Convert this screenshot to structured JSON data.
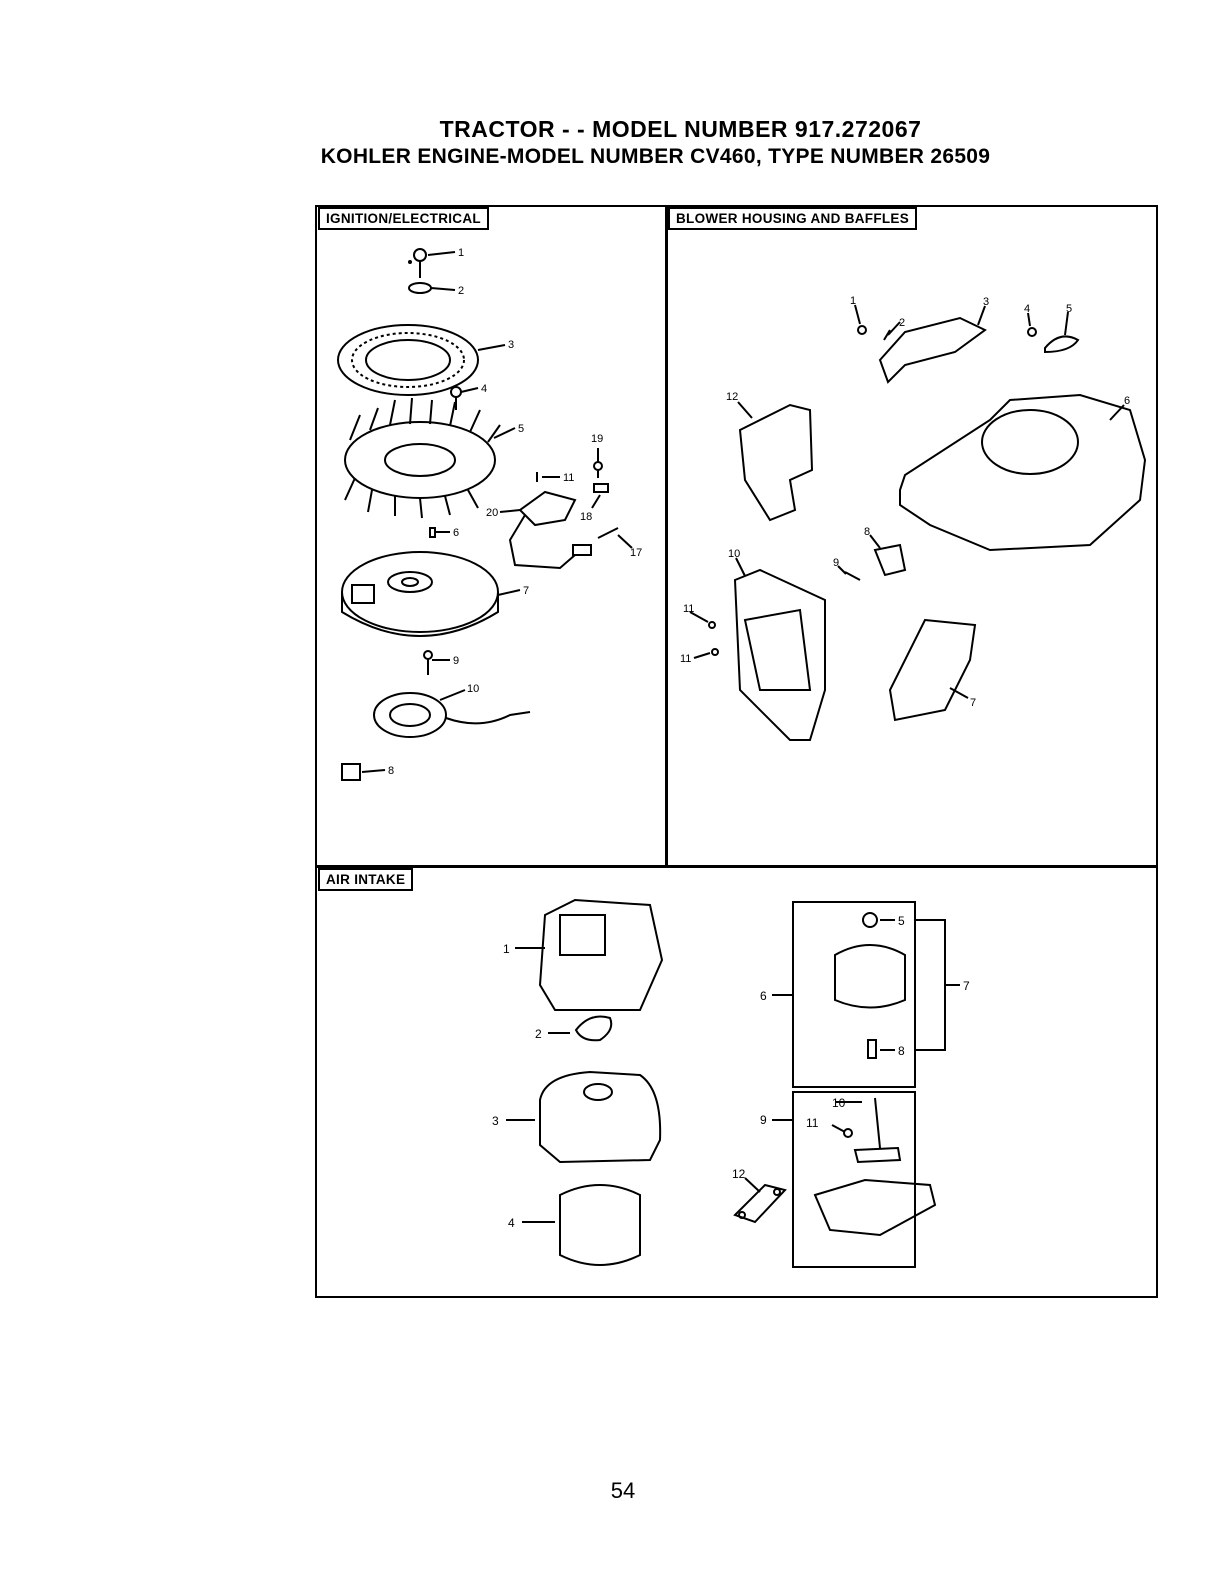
{
  "header": {
    "title_line1": "TRACTOR - - MODEL NUMBER  917.272067",
    "title_line2": "KOHLER ENGINE-MODEL NUMBER CV460, TYPE NUMBER 26509"
  },
  "sections": {
    "ignition": {
      "label": "IGNITION/ELECTRICAL",
      "callouts": [
        "1",
        "2",
        "3",
        "4",
        "5",
        "6",
        "7",
        "9",
        "10",
        "8",
        "11",
        "17",
        "18",
        "19",
        "20"
      ]
    },
    "blower": {
      "label": "BLOWER HOUSING AND BAFFLES",
      "callouts": [
        "1",
        "2",
        "3",
        "4",
        "5",
        "6",
        "12",
        "8",
        "9",
        "10",
        "11",
        "11",
        "7"
      ]
    },
    "air_intake": {
      "label": "AIR INTAKE",
      "callouts": [
        "1",
        "2",
        "3",
        "4",
        "5",
        "6",
        "7",
        "8",
        "9",
        "10",
        "11",
        "12"
      ]
    }
  },
  "footer": {
    "page_number": "54"
  }
}
